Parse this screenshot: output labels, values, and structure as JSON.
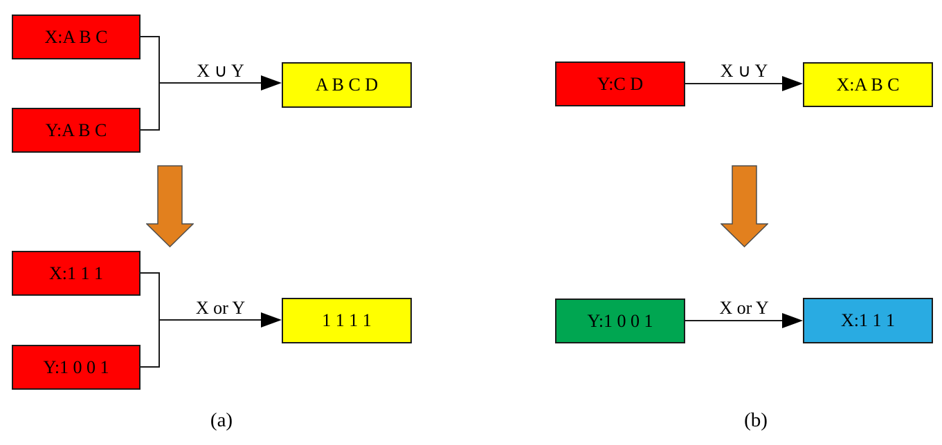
{
  "figure": {
    "panel_a": {
      "caption": "(a)",
      "sets": {
        "input_x": "X:A B C",
        "input_y": "Y:A B C",
        "operation": "X ∪ Y",
        "result": "A B C D"
      },
      "bits": {
        "input_x": "X:1 1 1",
        "input_y": "Y:1 0 0 1",
        "operation": "X or Y",
        "result": "1 1 1 1"
      }
    },
    "panel_b": {
      "caption": "(b)",
      "sets": {
        "input_y": "Y:C D",
        "operation": "X ∪ Y",
        "result": "X:A B C"
      },
      "bits": {
        "input_y": "Y:1 0 0 1",
        "operation": "X or Y",
        "result": "X:1 1 1"
      }
    },
    "colors": {
      "input_red": "#ff0000",
      "result_yellow": "#ffff00",
      "bit_input_green": "#00a651",
      "bit_result_blue": "#29abe2",
      "transform_orange": "#e2801e",
      "line_black": "#1a1a1a"
    },
    "icons": {
      "down_arrow": "down-arrow-icon",
      "arrowhead": "arrowhead-icon"
    }
  }
}
